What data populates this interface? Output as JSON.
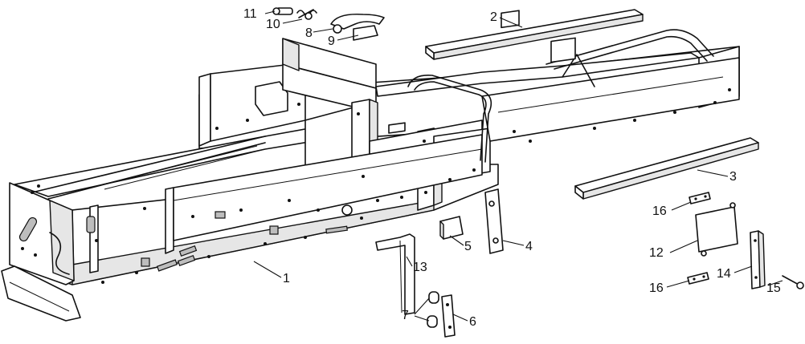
{
  "callouts": [
    {
      "key": "c11",
      "label": "11"
    },
    {
      "key": "c10",
      "label": "10"
    },
    {
      "key": "c8",
      "label": "8"
    },
    {
      "key": "c9",
      "label": "9"
    },
    {
      "key": "c2",
      "label": "2"
    },
    {
      "key": "c3",
      "label": "3"
    },
    {
      "key": "c16a",
      "label": "16"
    },
    {
      "key": "c12",
      "label": "12"
    },
    {
      "key": "c14",
      "label": "14"
    },
    {
      "key": "c15",
      "label": "15"
    },
    {
      "key": "c16b",
      "label": "16"
    },
    {
      "key": "c4",
      "label": "4"
    },
    {
      "key": "c5",
      "label": "5"
    },
    {
      "key": "c13",
      "label": "13"
    },
    {
      "key": "c7",
      "label": "7"
    },
    {
      "key": "c6",
      "label": "6"
    },
    {
      "key": "c1",
      "label": "1"
    }
  ]
}
